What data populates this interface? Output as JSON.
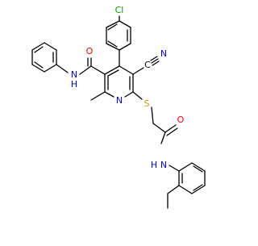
{
  "molecule": {
    "atom_labels": {
      "chlorine": "Cl",
      "nitrile_nitrogen": "N",
      "nitrile_carbon": "C",
      "amide_oxygen_1": "O",
      "amide_nh_1": "N",
      "amide_h_1": "H",
      "pyridine_nitrogen": "N",
      "sulfur": "S",
      "amide_oxygen_2": "O",
      "amide_nh_2": "N",
      "amide_h_2": "H"
    },
    "colors": {
      "chlorine": "#00a000",
      "nitrogen": "#0000ff",
      "oxygen": "#ff0000",
      "sulfur": "#c8a000",
      "carbon_bond": "#000000"
    }
  }
}
